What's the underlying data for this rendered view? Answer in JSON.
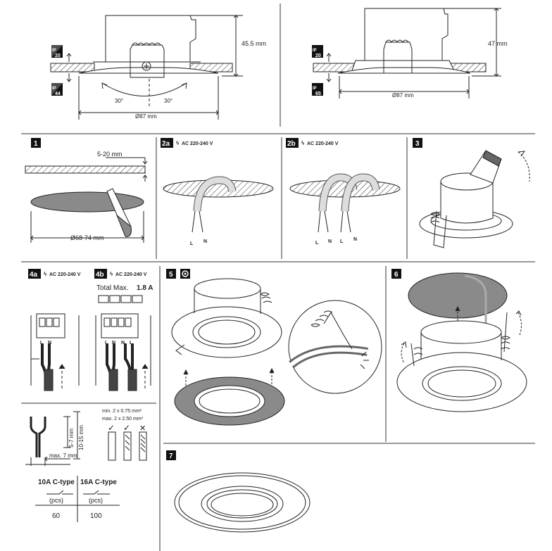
{
  "top_left": {
    "ip_top": "IP",
    "ip_top_num": "20",
    "ip_bottom": "IP",
    "ip_bottom_num": "44",
    "height": "45.5 mm",
    "angle_left": "30°",
    "angle_right": "30°",
    "diameter": "Ø87 mm"
  },
  "top_right": {
    "ip_top": "IP",
    "ip_top_num": "20",
    "ip_bottom": "IP",
    "ip_bottom_num": "65",
    "height": "47 mm",
    "diameter": "Ø87 mm"
  },
  "step1": {
    "badge": "1",
    "thickness": "5-20 mm",
    "cutout": "Ø68-74 mm"
  },
  "step2a": {
    "badge": "2a",
    "voltage": "AC 220-240 V",
    "wire_l": "L",
    "wire_n": "N"
  },
  "step2b": {
    "badge": "2b",
    "voltage": "AC 220-240 V",
    "wires": [
      "L",
      "N",
      "L",
      "N"
    ]
  },
  "step3": {
    "badge": "3"
  },
  "step4a": {
    "badge": "4a",
    "voltage": "AC 220-240 V",
    "terminal_l": "L",
    "terminal_n": "N"
  },
  "step4b": {
    "badge": "4b",
    "voltage": "AC 220-240 V",
    "total_label": "Total Max.",
    "total_value": "1.8 A",
    "terminals": [
      "L",
      "N",
      "N",
      "L"
    ]
  },
  "step5": {
    "badge": "5"
  },
  "step6": {
    "badge": "6"
  },
  "step7": {
    "badge": "7"
  },
  "wire_spec": {
    "strip_len": "5-7 mm",
    "insulation_len": "10-15 mm",
    "max_len": "max. 7 mm",
    "min_section": "min. 2 x 0.75 mm²",
    "max_section": "max. 2 x 2.50 mm²",
    "ok1": "✓",
    "ok2": "✓",
    "not_ok": "✕"
  },
  "breaker": {
    "col1_title": "10A C-type",
    "col2_title": "16A C-type",
    "col1_unit": "(pcs)",
    "col2_unit": "(pcs)",
    "col1_value": "60",
    "col2_value": "100"
  },
  "colors": {
    "line": "#222222",
    "badge": "#111111",
    "shade": "#8a8a8a",
    "light": "#d6d6d6"
  }
}
